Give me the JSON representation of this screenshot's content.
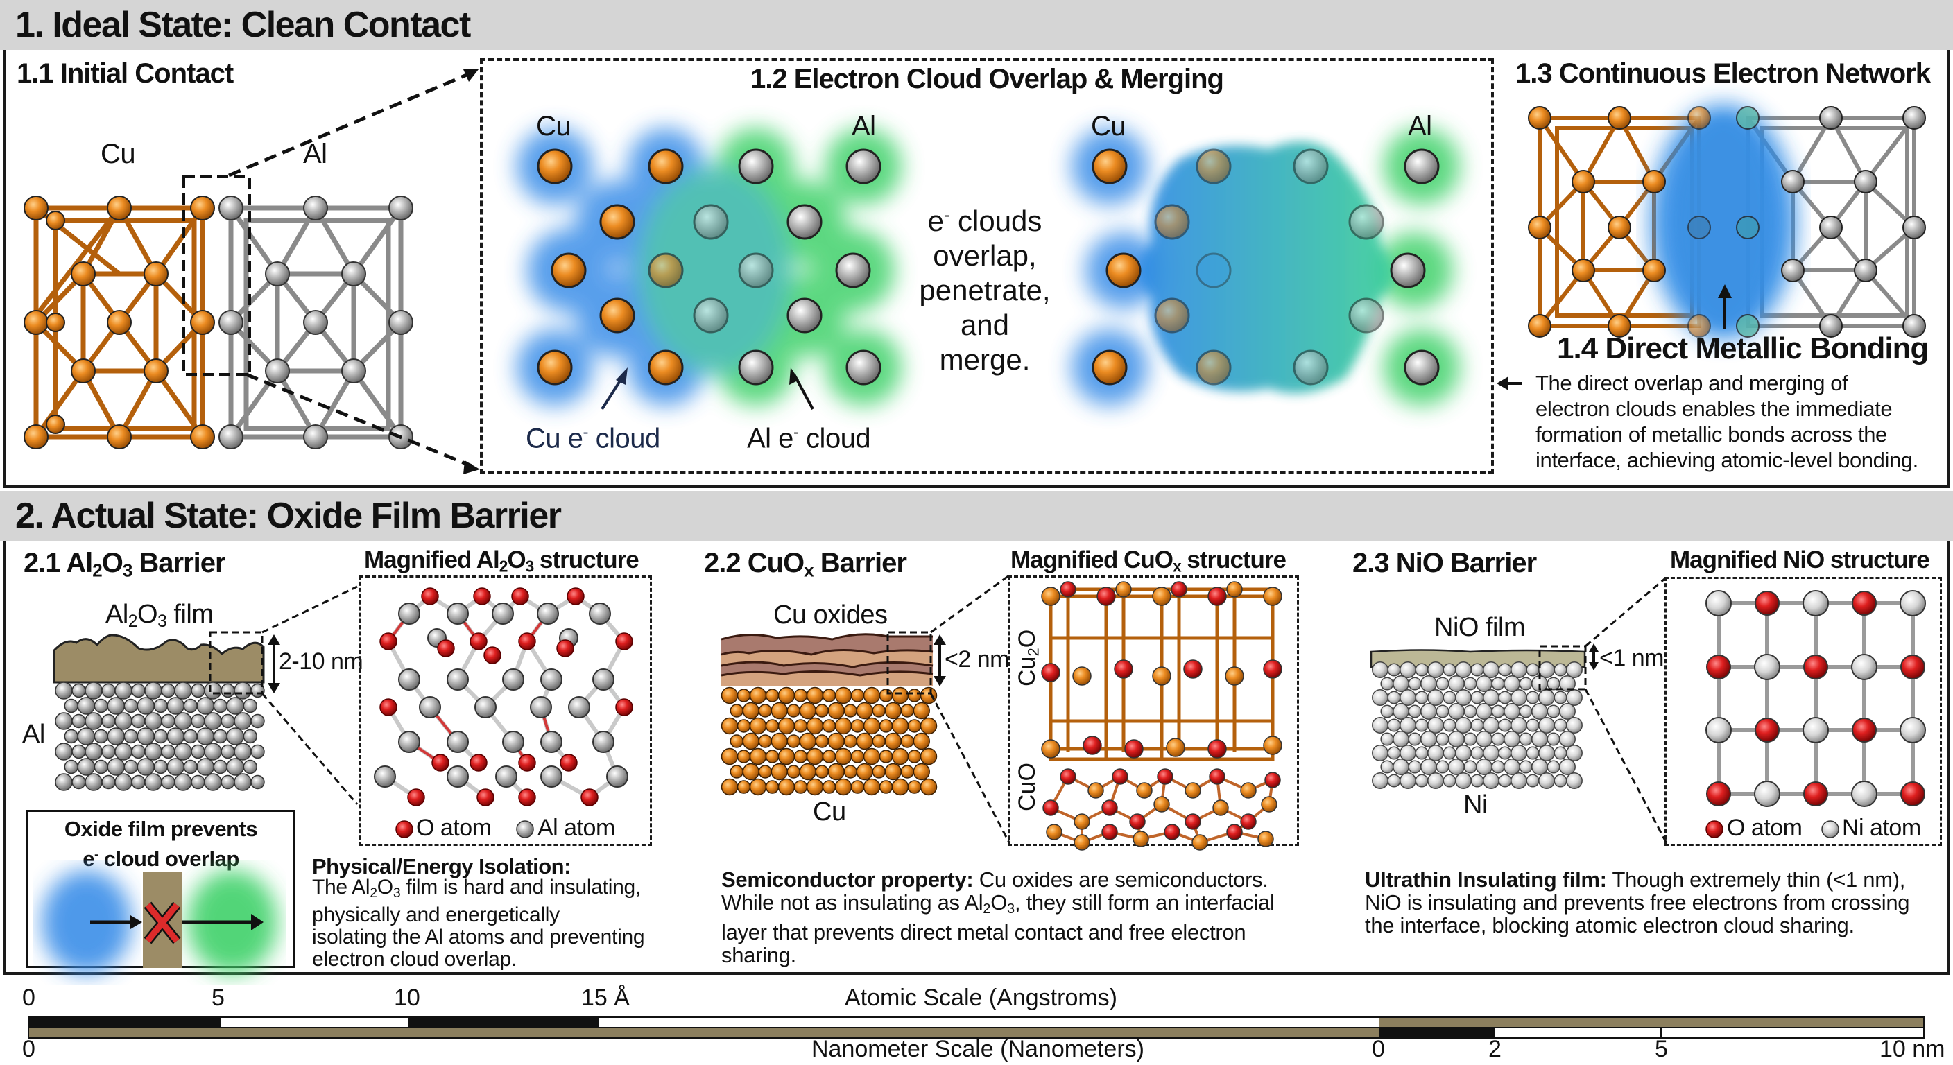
{
  "section1": {
    "title": "1. Ideal State: Clean Contact",
    "sub1": {
      "title": "1.1 Initial Contact",
      "left_label": "Cu",
      "right_label": "Al"
    },
    "sub2": {
      "title": "1.2 Electron Cloud Overlap & Merging",
      "left_cu": "Cu",
      "left_al": "Al",
      "right_cu": "Cu",
      "right_al": "Al",
      "center_text": [
        "clouds",
        "overlap,",
        "penetrate,",
        "and",
        "merge."
      ],
      "center_prefix": "e",
      "cu_cloud_label_prefix": "Cu e",
      "cu_cloud_label_suffix": " cloud",
      "al_cloud_label_prefix": "Al e",
      "al_cloud_label_suffix": " cloud"
    },
    "sub3": {
      "title": "1.3 Continuous Electron Network"
    },
    "sub4": {
      "title": "1.4 Direct Metallic Bonding",
      "text": [
        "The direct overlap and merging of",
        "electron clouds enables the immediate",
        "formation of metallic bonds across the",
        "interface, achieving atomic-level bonding."
      ]
    }
  },
  "section2": {
    "title": "2. Actual State: Oxide Film Barrier",
    "al2o3": {
      "title_prefix": "2.1 Al",
      "title_suffix": " Barrier",
      "film_label": "film",
      "thickness": "2-10 nm",
      "metal_label": "Al",
      "magnified_prefix": "Magnified Al",
      "magnified_suffix": " structure",
      "legend_o": "O atom",
      "legend_metal": "Al atom",
      "inset_title_1": "Oxide film prevents",
      "inset_title_2": " cloud overlap",
      "desc_bold": "Physical/Energy Isolation:",
      "desc_1_prefix": "The Al",
      "desc_1_suffix": " film is hard and insulating,",
      "desc_lines": [
        "physically and energetically",
        "isolating the Al atoms and preventing",
        "electron cloud overlap."
      ]
    },
    "cuox": {
      "title_prefix": "2.2 CuO",
      "title_sub": "x",
      "title_suffix": " Barrier",
      "film_label": "Cu oxides",
      "thickness": "<2 nm",
      "metal_label": "Cu",
      "magnified_prefix": "Magnified CuO",
      "magnified_sub": "x",
      "magnified_suffix": " structure",
      "phase_top": "Cu",
      "phase_top_sub": "2",
      "phase_top_end": "O",
      "phase_bottom": "CuO",
      "desc_bold": "Semiconductor property:",
      "desc_1": " Cu oxides are semiconductors.",
      "desc_2_prefix": "While not as insulating as Al",
      "desc_2_suffix": ", they still form an interfacial",
      "desc_lines": [
        "layer that prevents direct metal contact and free electron",
        "sharing."
      ]
    },
    "nio": {
      "title": "2.3 NiO Barrier",
      "film_label": "NiO film",
      "thickness": "<1 nm",
      "metal_label": "Ni",
      "magnified": "Magnified NiO structure",
      "legend_o": "O atom",
      "legend_metal": "Ni atom",
      "desc_bold": "Ultrathin Insulating film:",
      "desc_1": " Though extremely thin (<1 nm),",
      "desc_lines": [
        "NiO is insulating and prevents free electrons from crossing",
        "the interface, blocking atomic electron cloud sharing."
      ]
    }
  },
  "scale": {
    "atomic_label": "Atomic Scale (Angstroms)",
    "atomic_ticks": [
      "0",
      "5",
      "10",
      "15 Å"
    ],
    "nano_label": "Nanometer Scale (Nanometers)",
    "nano_ticks": [
      "0",
      "0",
      "2",
      "5",
      "10 nm"
    ]
  },
  "colors": {
    "header_bg": "#d5d5d5",
    "copper": "#e8891f",
    "aluminum": "#b8b8b8",
    "oxygen": "#d81d1d",
    "oxide_film": "#9c8c66",
    "cu_cloud": "#3b8ee8",
    "al_cloud": "#3fd16a",
    "cu_oxide_dark": "#a97a6e",
    "cu_oxide_light": "#d4a37f",
    "nio_film": "#bcb896"
  }
}
